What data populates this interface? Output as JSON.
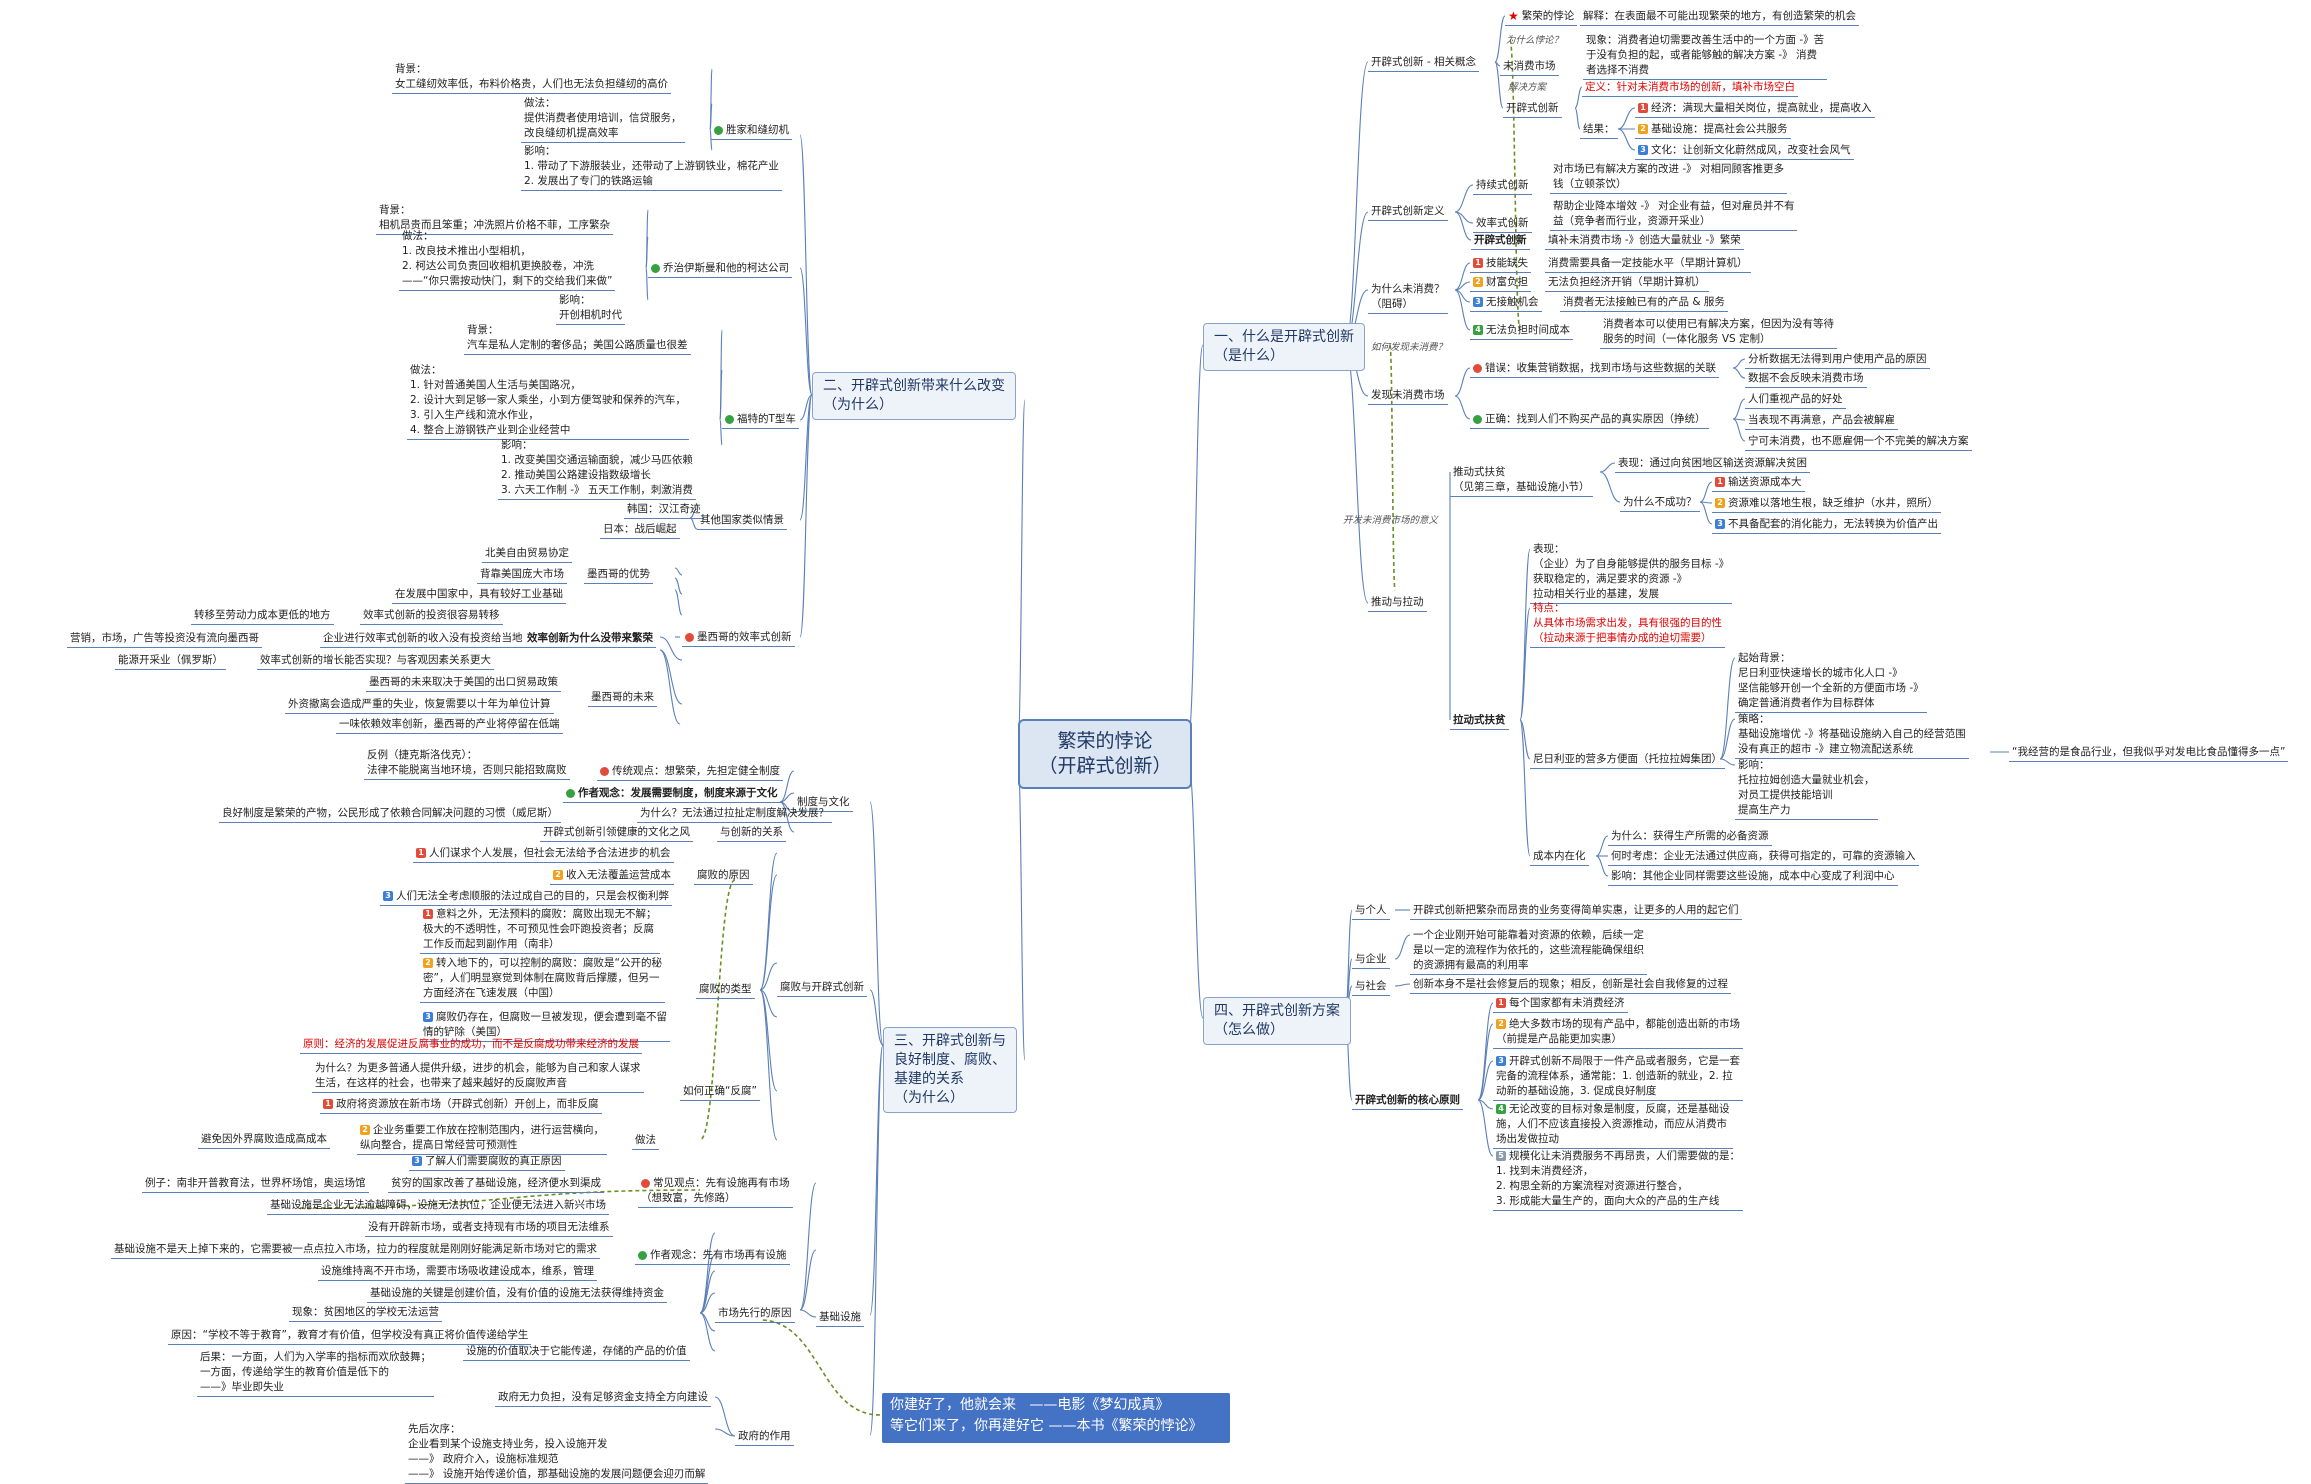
{
  "root": {
    "title": "繁荣的悖论\n（开辟式创新）"
  },
  "branches": {
    "b1": "一、什么是开辟式创新\n（是什么）",
    "b2": "二、开辟式创新带来什么改变\n（为什么）",
    "b3": "三、开辟式创新与\n良好制度、腐败、\n基建的关系\n（为什么）",
    "b4": "四、开辟式创新方案\n（怎么做）"
  },
  "quote": "你建好了，他就会来   ——电影《梦幻成真》\n等它们来了，你再建好它 ——本书《繁荣的悖论》",
  "colors": {
    "line": "#5b7fb8",
    "dashed": "#6b8e23",
    "highlight": "#e00000",
    "branch_fill": "#eef3fa",
    "quote_fill": "#4472c4"
  },
  "r1": [
    {
      "t": "开辟式创新 - 相关概念"
    },
    {
      "t": "繁荣的悖论",
      "i": "star"
    },
    {
      "t": "解释：在表面最不可能出现繁荣的地方，有创造繁荣的机会"
    },
    {
      "t": "为什么悖论？",
      "i": "sm"
    },
    {
      "t": "未消费市场"
    },
    {
      "t": "现象：消费者迫切需要改善生活中的一个方面 -》苦\n于没有负担的起，或者能够触的解决方案 -》 消费\n者选择不消费"
    },
    {
      "t": "解决方案",
      "i": "sm"
    },
    {
      "t": "开辟式创新"
    },
    {
      "t": "定义：针对未消费市场的创新，填补市场空白",
      "hl": 1
    },
    {
      "t": "结果："
    },
    {
      "t": "经济：满现大量相关岗位，提高就业，提高收入",
      "i": "red"
    },
    {
      "t": "基础设施：提高社会公共服务",
      "i": "orange"
    },
    {
      "t": "文化：让创新文化蔚然成风，改变社会风气",
      "i": "blue"
    },
    {
      "t": "开辟式创新定义"
    },
    {
      "t": "持续式创新"
    },
    {
      "t": "对市场已有解决方案的改进 -》 对相同顾客推更多\n钱（立顿茶饮）"
    },
    {
      "t": "效率式创新"
    },
    {
      "t": "帮助企业降本增效 -》 对企业有益，但对雇员并不有\n益（竞争者而行业，资源开采业）"
    },
    {
      "t": "开辟式创新",
      "b": 1
    },
    {
      "t": "填补未消费市场 -》创造大量就业 -》繁荣"
    },
    {
      "t": "为什么未消费？\n（阻碍）"
    },
    {
      "t": "技能缺失",
      "i": "red"
    },
    {
      "t": "消费需要具备一定技能水平（早期计算机）"
    },
    {
      "t": "财富负担",
      "i": "orange"
    },
    {
      "t": "无法负担经济开销（早期计算机）"
    },
    {
      "t": "无接触机会",
      "i": "blue"
    },
    {
      "t": "消费者无法接触已有的产品 & 服务"
    },
    {
      "t": "无法负担时间成本",
      "i": "green"
    },
    {
      "t": "消费者本可以使用已有解决方案，但因为没有等待\n服务的时间（一体化服务 VS 定制）"
    },
    {
      "t": "如何发现未消费？",
      "i": "sm"
    },
    {
      "t": "发现未消费市场"
    },
    {
      "t": "错误：收集营销数据，找到市场与这些数据的关联",
      "i": "dotred"
    },
    {
      "t": "分析数据无法得到用户使用产品的原因"
    },
    {
      "t": "数据不会反映未消费市场"
    },
    {
      "t": "正确：找到人们不购买产品的真实原因（挣统）",
      "i": "dotgreen"
    },
    {
      "t": "人们重视产品的好处"
    },
    {
      "t": "当表现不再满意，产品会被解雇"
    },
    {
      "t": "宁可未消费，也不愿雇佣一个不完美的解决方案"
    },
    {
      "t": "推动式扶贫\n（见第三章，基础设施小节）"
    },
    {
      "t": "表现：通过向贫困地区输送资源解决贫困"
    },
    {
      "t": "为什么不成功？"
    },
    {
      "t": "输送资源成本大",
      "i": "red"
    },
    {
      "t": "资源难以落地生根，缺乏维护（水井，照所）",
      "i": "orange"
    },
    {
      "t": "不具备配套的消化能力，无法转换为价值产出",
      "i": "blue"
    },
    {
      "t": "开发未消费市场的意义",
      "i": "sm"
    },
    {
      "t": "推动与拉动"
    },
    {
      "t": "表现：\n（企业）为了自身能够提供的服务目标 -》\n获取稳定的，满足要求的资源 -》\n拉动相关行业的基建，发展"
    },
    {
      "t": "特点：\n从具体市场需求出发，具有很强的目的性\n（拉动来源于把事情办成的迫切需要）",
      "hl": 1
    },
    {
      "t": "拉动式扶贫",
      "b": 1
    },
    {
      "t": "起始背景：\n尼日利亚快速增长的城市化人口 -》\n坚信能够开创一个全新的方便面市场 -》\n确定普通消费者作为目标群体"
    },
    {
      "t": "尼日利亚的营多方便面（托拉拉姆集团）"
    },
    {
      "t": "策略：\n基础设施增优 -》将基础设施纳入自己的经营范围\n没有真正的超市 -》建立物流配送系统"
    },
    {
      "t": "“我经营的是食品行业，但我似乎对发电比食品懂得多一点”"
    },
    {
      "t": "影响：\n托拉拉姆创造大量就业机会，\n对员工提供技能培训\n提高生产力"
    },
    {
      "t": "成本内在化"
    },
    {
      "t": "为什么：获得生产所需的必备资源"
    },
    {
      "t": "何时考虑：企业无法通过供应商，获得可指定的，可靠的资源输入"
    },
    {
      "t": "影响：其他企业同样需要这些设施，成本中心变成了利润中心"
    }
  ],
  "r4": [
    {
      "t": "与个人"
    },
    {
      "t": "开辟式创新把繁杂而昂贵的业务变得简单实惠，让更多的人用的起它们"
    },
    {
      "t": "与企业"
    },
    {
      "t": "一个企业刚开始可能靠着对资源的依赖，后续一定\n是以一定的流程作为依托的，这些流程能确保组织\n的资源拥有最高的利用率"
    },
    {
      "t": "与社会"
    },
    {
      "t": "创新本身不是社会修复后的现象；相反，创新是社会自我修复的过程"
    },
    {
      "t": "开辟式创新的核心原则",
      "b": 1
    },
    {
      "t": "每个国家都有未消费经济",
      "i": "red"
    },
    {
      "t": "绝大多数市场的现有产品中，都能创造出新的市场\n（前提是产品能更加实惠）",
      "i": "orange"
    },
    {
      "t": "开辟式创新不局限于一件产品或者服务，它是一套\n完备的流程体系，通常能：1. 创造新的就业，2. 拉\n动新的基础设施，3. 促成良好制度",
      "i": "blue"
    },
    {
      "t": "无论改变的目标对象是制度，反腐，还是基础设\n施，人们不应该直接投入资源推动，而应从消费市\n场出发做拉动",
      "i": "green"
    },
    {
      "t": "规模化让未消费服务不再昂贵，人们需要做的是：\n1. 找到未消费经济，\n2. 构思全新的方案流程对资源进行整合，\n3. 形成能大量生产的，面向大众的产品的生产线",
      "i": "gray"
    }
  ],
  "r2": [
    {
      "t": "背景：\n女工缝纫效率低，布料价格贵，人们也无法负担缝纫的高价"
    },
    {
      "t": "做法：\n提供消费者使用培训，信贷服务，\n改良缝纫机提高效率"
    },
    {
      "t": "胜家和缝纫机",
      "i": "dotgreen"
    },
    {
      "t": "影响：\n1. 带动了下游服装业，还带动了上游钢铁业，棉花产业\n2. 发展出了专门的铁路运输"
    },
    {
      "t": "背景：\n相机昂贵而且笨重；冲洗照片价格不菲，工序繁杂"
    },
    {
      "t": "做法：\n1. 改良技术推出小型相机，\n2. 柯达公司负责回收相机更换胶卷，冲洗\n——“你只需按动快门，剩下的交给我们来做”"
    },
    {
      "t": "乔治伊斯曼和他的柯达公司",
      "i": "dotgreen"
    },
    {
      "t": "影响：\n开创相机时代"
    },
    {
      "t": "背景：\n汽车是私人定制的奢侈品；美国公路质量也很差"
    },
    {
      "t": "做法：\n1. 针对普通美国人生活与美国路况，\n2. 设计大到足够一家人乘坐，小到方便驾驶和保养的汽车，\n3. 引入生产线和流水作业，\n4. 整合上游钢铁产业到企业经营中"
    },
    {
      "t": "福特的T型车",
      "i": "dotgreen"
    },
    {
      "t": "影响：\n1. 改变美国交通运输面貌，减少马匹依赖\n2. 推动美国公路建设指数级增长\n3. 六天工作制 -》 五天工作制，刺激消费"
    },
    {
      "t": "韩国：汉江奇迹"
    },
    {
      "t": "其他国家类似情景"
    },
    {
      "t": "日本：战后崛起"
    },
    {
      "t": "北美自由贸易协定"
    },
    {
      "t": "背靠美国庞大市场"
    },
    {
      "t": "墨西哥的优势"
    },
    {
      "t": "在发展中国家中，具有较好工业基础"
    },
    {
      "t": "转移至劳动力成本更低的地方"
    },
    {
      "t": "效率式创新的投资很容易转移"
    },
    {
      "t": "营销，市场，广告等投资没有流向墨西哥"
    },
    {
      "t": "企业进行效率式创新的收入没有投资给当地"
    },
    {
      "t": "效率创新为什么没带来繁荣",
      "b": 1
    },
    {
      "t": "墨西哥的效率式创新",
      "i": "dotred"
    },
    {
      "t": "能源开采业（佩罗斯）"
    },
    {
      "t": "效率式创新的增长能否实现？与客观因素关系更大"
    },
    {
      "t": "墨西哥的未来取决于美国的出口贸易政策"
    },
    {
      "t": "外资撤离会造成严重的失业，恢复需要以十年为单位计算"
    },
    {
      "t": "墨西哥的未来"
    },
    {
      "t": "一味依赖效率创新，墨西哥的产业将停留在低端"
    }
  ],
  "r3": [
    {
      "t": "反例（捷克斯洛伐克）：\n法律不能脱离当地环境，否则只能招致腐败"
    },
    {
      "t": "传统观点：想繁荣，先担定健全制度",
      "i": "dotred"
    },
    {
      "t": "作者观念：发展需要制度，制度来源于文化",
      "i": "dotgreen",
      "b": 1
    },
    {
      "t": "制度与文化"
    },
    {
      "t": "良好制度是繁荣的产物，公民形成了依赖合同解决问题的习惯（威尼斯）"
    },
    {
      "t": "为什么？无法通过拉扯定制度解决发展？"
    },
    {
      "t": "开辟式创新引领健康的文化之风"
    },
    {
      "t": "与创新的关系"
    },
    {
      "t": "人们谋求个人发展，但社会无法给予合法进步的机会",
      "i": "red"
    },
    {
      "t": "收入无法覆盖运营成本",
      "i": "orange"
    },
    {
      "t": "腐败的原因"
    },
    {
      "t": "人们无法全考虑顺服的法过成自己的目的，只是会权衡利弊",
      "i": "blue"
    },
    {
      "t": "意料之外，无法预料的腐败：腐败出现无不解；\n极大的不透明性，不可预见性会吓跑投资者；反腐\n工作反而起到副作用（南非）",
      "i": "red"
    },
    {
      "t": "转入地下的，可以控制的腐败：腐败是“公开的秘\n密”，人们明显察觉到体制在腐败背后撑腰，但另一\n方面经济在飞速发展（中国）",
      "i": "orange"
    },
    {
      "t": "腐败的类型"
    },
    {
      "t": "腐败与开辟式创新"
    },
    {
      "t": "腐败仍存在，但腐败一旦被发现，便会遭到毫不留\n情的铲除（美国）",
      "i": "blue"
    },
    {
      "t": "原则：经济的发展促进反腐事业的成功，而不是反腐成功带来经济的发展",
      "hl": 1
    },
    {
      "t": "为什么？为更多普通人提供升级，进步的机会，能够为自己和家人谋求\n生活，在这样的社会，也带来了越来越好的反腐败声音"
    },
    {
      "t": "如何正确“反腐”"
    },
    {
      "t": "政府将资源放在新市场（开辟式创新）开创上，而非反腐",
      "i": "red"
    },
    {
      "t": "企业务重要工作放在控制范围内，进行运营横向，\n纵向整合，提高日常经营可预测性",
      "i": "orange"
    },
    {
      "t": "做法"
    },
    {
      "t": "避免因外界腐败造成高成本"
    },
    {
      "t": "了解人们需要腐败的真正原因",
      "i": "blue"
    },
    {
      "t": "例子：南非开普教育法，世界杯场馆，奥运场馆"
    },
    {
      "t": "贫穷的国家改善了基础设施，经济便水到渠成"
    },
    {
      "t": "常见观点：先有设施再有市场\n（想致富，先修路）",
      "i": "dotred"
    },
    {
      "t": "基础设施是企业无法逾越障碍，设施无法执位，企业便无法进入新兴市场"
    },
    {
      "t": "没有开辟新市场，或者支持现有市场的项目无法维系"
    },
    {
      "t": "基础设施不是天上掉下来的，它需要被一点点拉入市场，拉力的程度就是刚刚好能满足新市场对它的需求"
    },
    {
      "t": "作者观念：先有市场再有设施",
      "i": "dotgreen"
    },
    {
      "t": "设施维持离不开市场，需要市场吸收建设成本，维系，管理"
    },
    {
      "t": "基础设施的关键是创建价值，没有价值的设施无法获得维持资金"
    },
    {
      "t": "市场先行的原因"
    },
    {
      "t": "基础设施"
    },
    {
      "t": "现象：贫困地区的学校无法运营"
    },
    {
      "t": "原因：“学校不等于教育”，教育才有价值，但学校没有真正将价值传递给学生"
    },
    {
      "t": "设施的价值取决于它能传递，存储的产品的价值"
    },
    {
      "t": "后果：一方面，人们为入学率的指标而欢欣鼓舞；\n一方面，传递给学生的教育价值是低下的\n——》毕业即失业"
    },
    {
      "t": "政府无力负担，没有足够资金支持全方向建设"
    },
    {
      "t": "政府的作用"
    },
    {
      "t": "先后次序：\n企业看到某个设施支持业务，投入设施开发\n——》 政府介入，设施标准规范\n——》 设施开始传递价值，那基础设施的发展问题便会迎刃而解"
    }
  ]
}
